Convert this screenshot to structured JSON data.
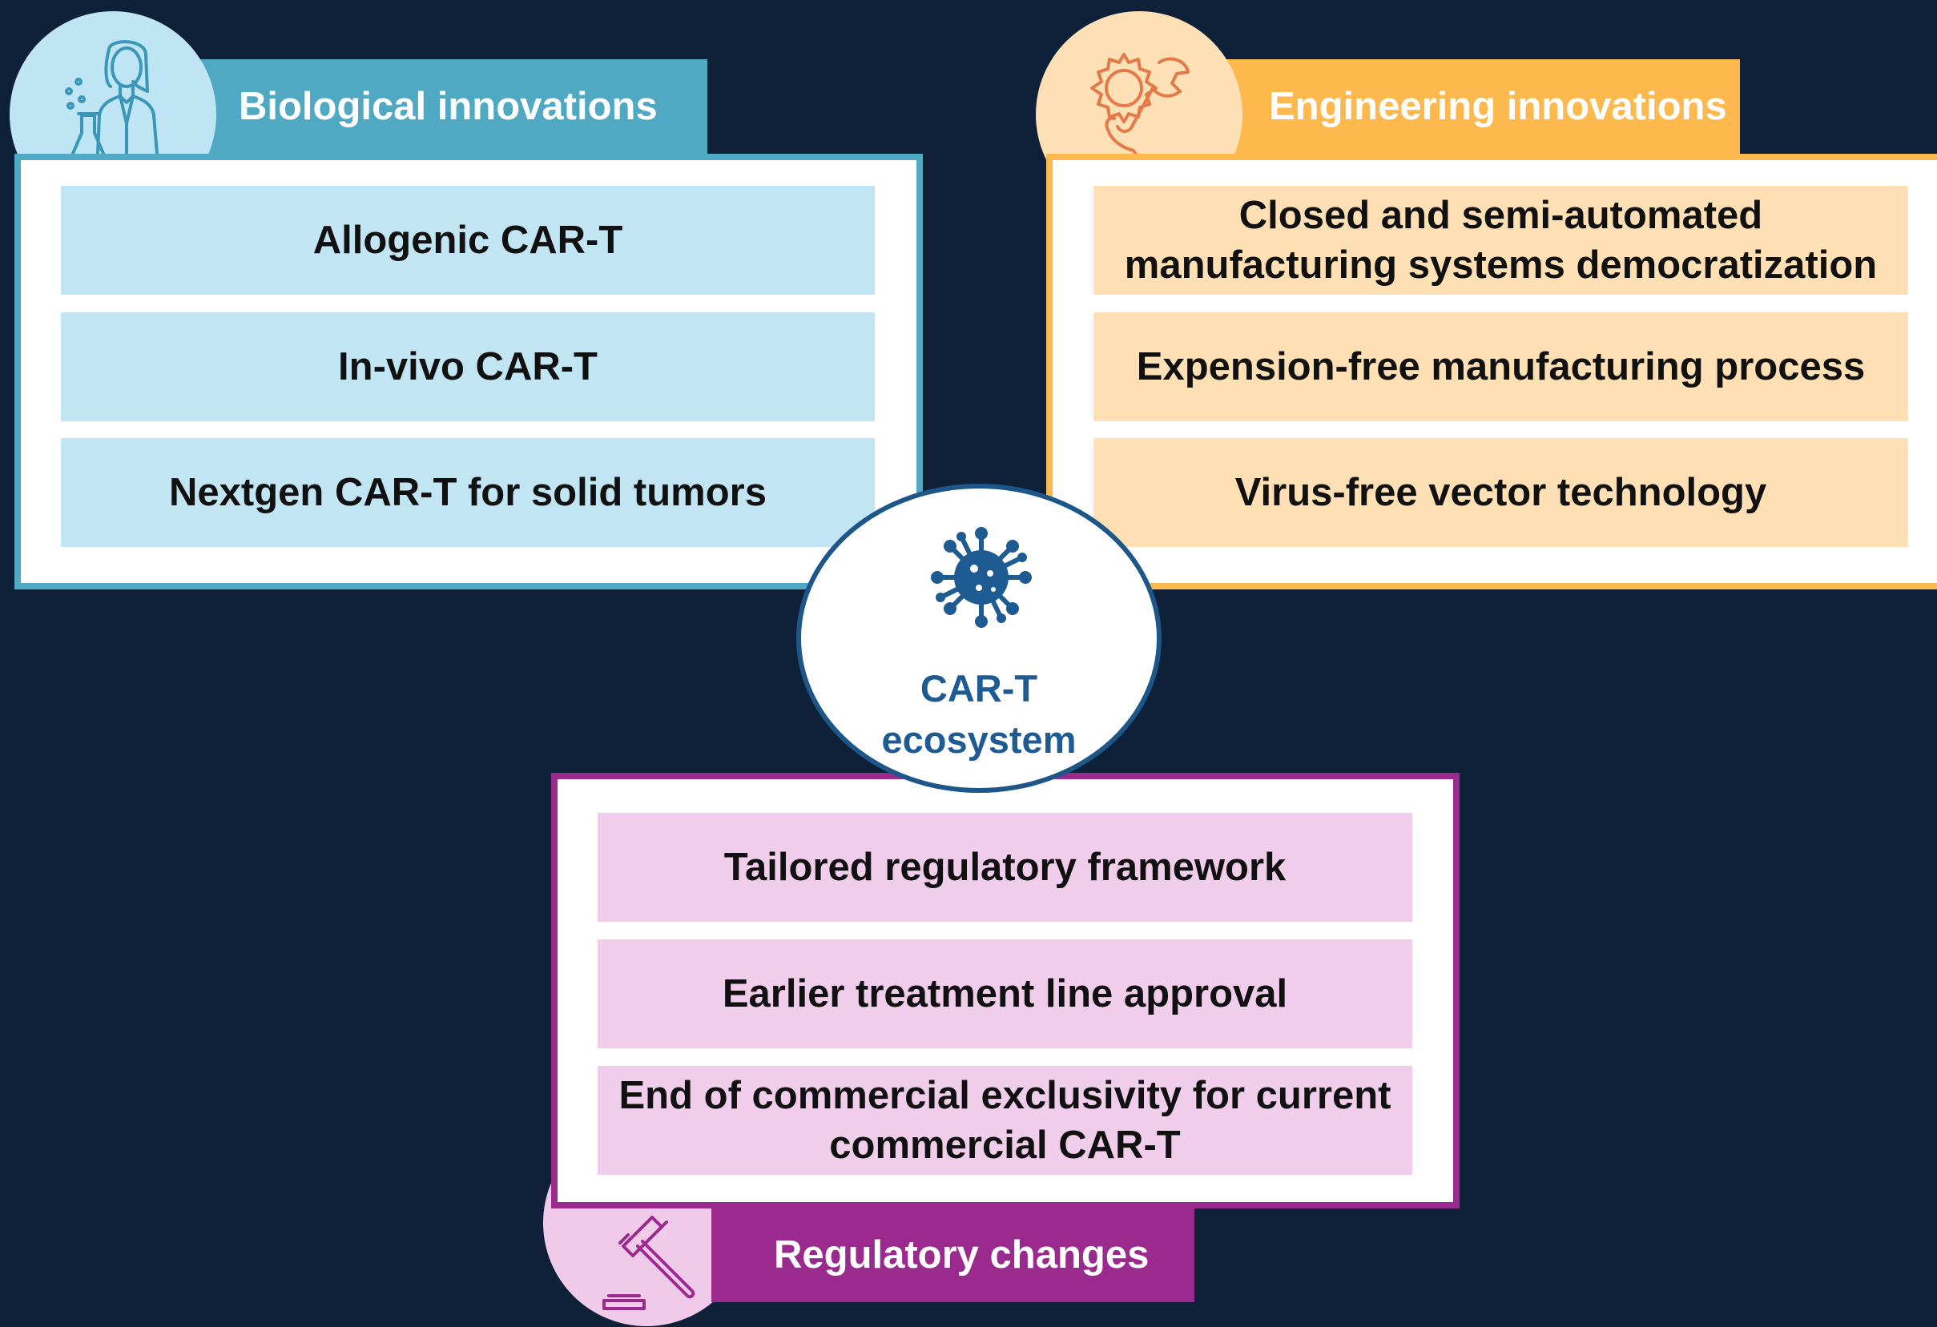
{
  "colors": {
    "background": "#0f2139",
    "biological": "#4fa9c3",
    "engineering": "#fdb94e",
    "regulatory": "#9b2a8e",
    "center": "#1f5b93"
  },
  "center": {
    "icon": "virus-icon",
    "label_line1": "CAR-T",
    "label_line2": "ecosystem"
  },
  "biological": {
    "icon": "scientist-icon",
    "title": "Biological innovations",
    "items": [
      {
        "text": "Allogenic CAR-T"
      },
      {
        "text": "In-vivo CAR-T"
      },
      {
        "text": "Nextgen CAR-T for solid tumors"
      }
    ]
  },
  "engineering": {
    "icon": "gear-wrench-icon",
    "title": "Engineering innovations",
    "items": [
      {
        "line1": "Closed and semi-automated",
        "line2": "manufacturing systems democratization"
      },
      {
        "text": "Expension-free manufacturing process"
      },
      {
        "text": "Virus-free vector technology"
      }
    ]
  },
  "regulatory": {
    "icon": "gavel-icon",
    "title": "Regulatory changes",
    "items": [
      {
        "text": "Tailored regulatory framework"
      },
      {
        "text": "Earlier treatment line approval"
      },
      {
        "line1": "End of commercial exclusivity for current",
        "line2": "commercial CAR-T"
      }
    ]
  }
}
